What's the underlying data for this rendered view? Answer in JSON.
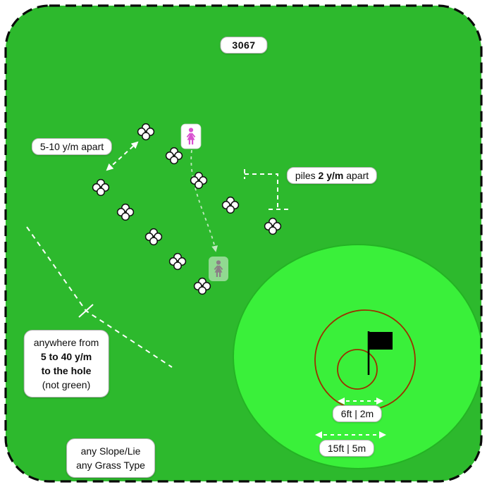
{
  "badge": {
    "number": "3067"
  },
  "labels": {
    "spacing_apart": "5-10 y/m apart",
    "piles_prefix": "piles",
    "piles_value": "2 y/m",
    "piles_suffix": "apart",
    "anywhere_line1": "anywhere from",
    "anywhere_line2": "5 to 40 y/m",
    "anywhere_line3": "to the hole",
    "anywhere_line4": "(not green)",
    "conditions_line1": "any Slope/Lie",
    "conditions_line2": "any Grass Type",
    "ring_inner": "6ft | 2m",
    "ring_outer": "15ft | 5m"
  },
  "icons": {
    "golfer": "golfer-icon",
    "ghost_golfer": "ghost-golfer-icon",
    "flag": "flag-icon",
    "ball_pile": "ball-pile-icon"
  },
  "colors": {
    "field_green": "#2db92d",
    "putting_green_bright": "#3af03a",
    "ring_brown": "#9c3000",
    "person_pink": "#d94fd0",
    "border_black": "#0a0a0a",
    "dash_white": "#ffffff"
  }
}
